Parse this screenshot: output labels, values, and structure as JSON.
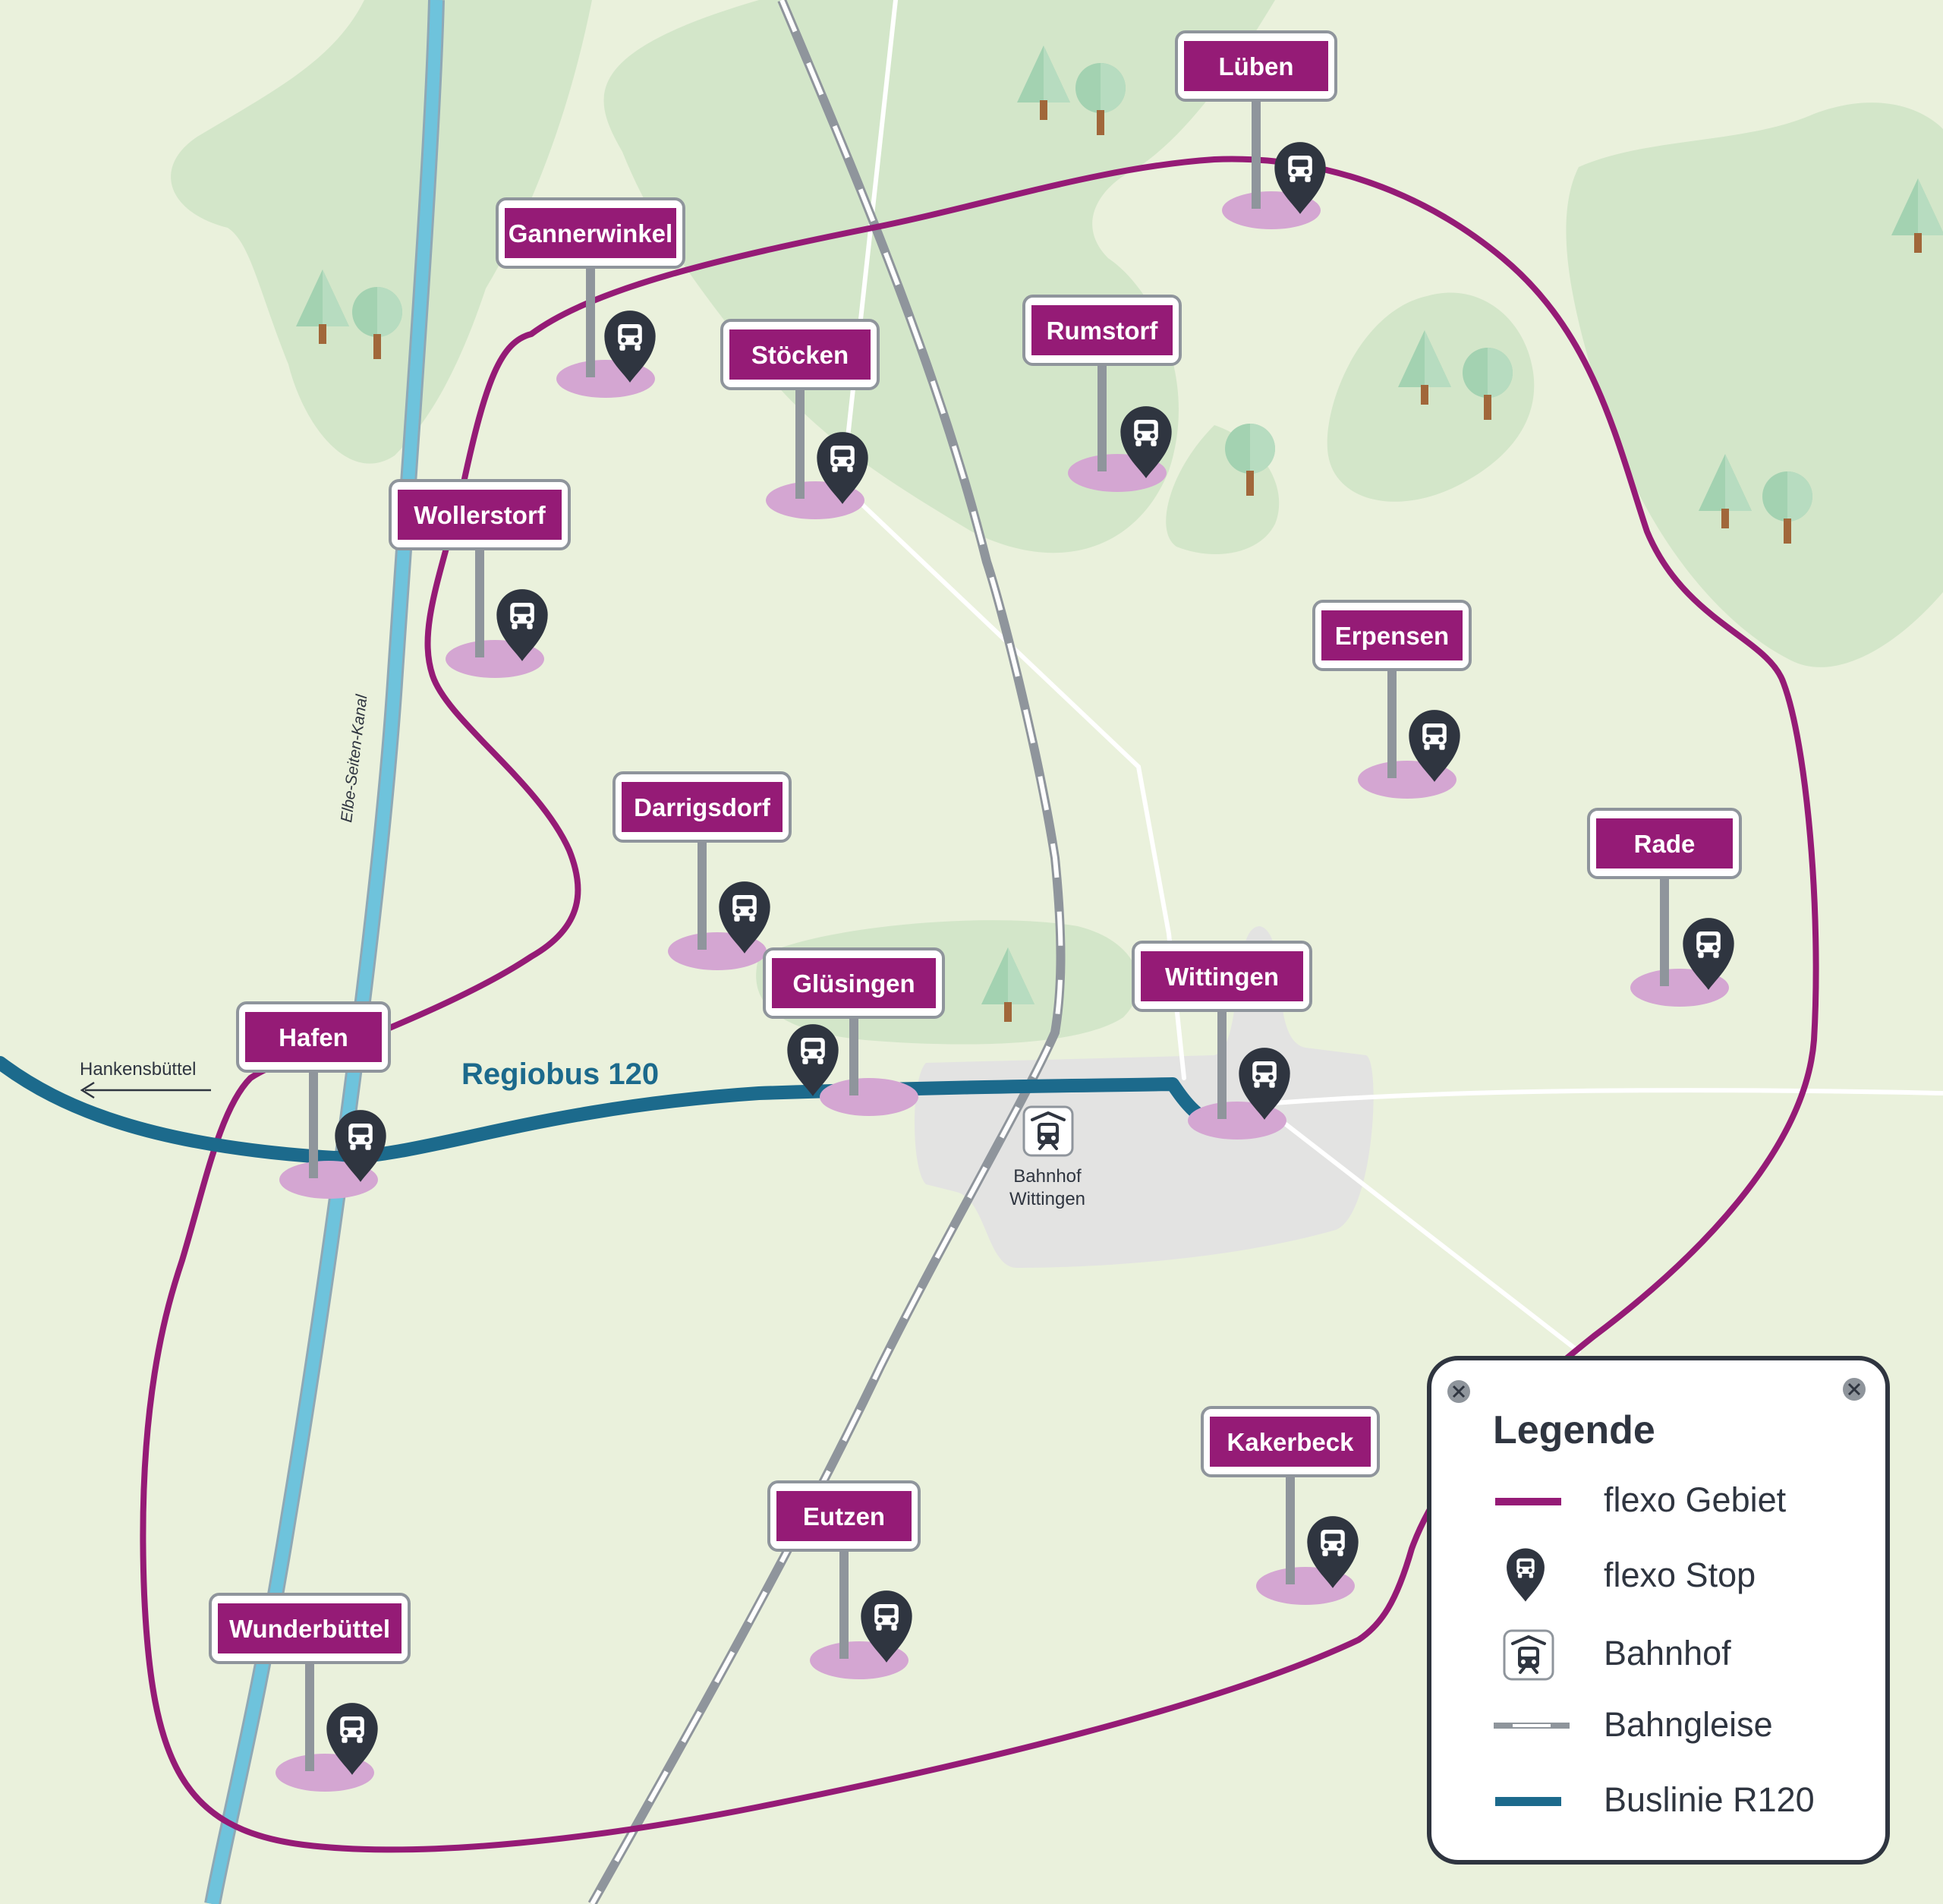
{
  "colors": {
    "background": "#eaf1dc",
    "forest": "#d3e6c9",
    "town": "#e3e3e2",
    "flexo_area": "#951b76",
    "bus_line": "#1c6a8c",
    "canal": "#6ec3dc",
    "sign": "#951b76",
    "stop_icon": "#2f3540",
    "stop_shadow": "#d4a6d2"
  },
  "map": {
    "bus_line_label": "Regiobus 120",
    "direction_label": "Hankensbüttel",
    "canal_label": "Elbe-Seiten-Kanal",
    "station": {
      "line1": "Bahnhof",
      "line2": "Wittingen"
    }
  },
  "places": [
    "Lüben",
    "Gannerwinkel",
    "Stöcken",
    "Rumstorf",
    "Wollerstorf",
    "Erpensen",
    "Darrigsdorf",
    "Rade",
    "Glüsingen",
    "Wittingen",
    "Hafen",
    "Kakerbeck",
    "Eutzen",
    "Wunderbüttel"
  ],
  "legend": {
    "title": "Legende",
    "items": [
      {
        "label": "flexo Gebiet",
        "icon": "purple-line"
      },
      {
        "label": "flexo Stop",
        "icon": "bus-stop-pin"
      },
      {
        "label": "Bahnhof",
        "icon": "train-station"
      },
      {
        "label": "Bahngleise",
        "icon": "rail-track"
      },
      {
        "label": "Buslinie R120",
        "icon": "blue-line"
      }
    ]
  }
}
